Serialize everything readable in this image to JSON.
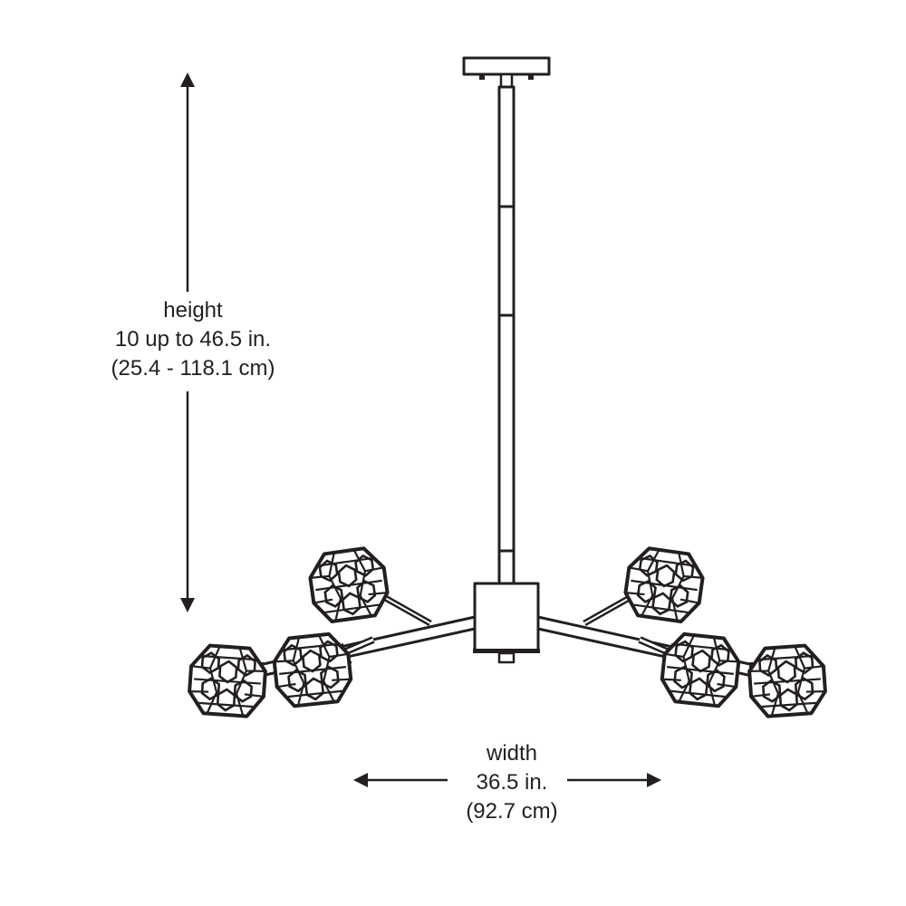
{
  "dimensions": {
    "height": {
      "label": "height",
      "value": "10 up to 46.5 in.",
      "metric": "(25.4 - 118.1 cm)"
    },
    "width": {
      "label": "width",
      "value": "36.5 in.",
      "metric": "(92.7 cm)"
    }
  },
  "colors": {
    "line": "#231f20",
    "background": "#ffffff"
  }
}
